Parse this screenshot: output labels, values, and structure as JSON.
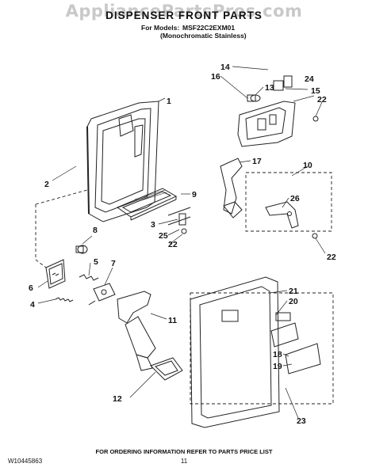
{
  "watermark": "AppliancePartsPros.com",
  "title": "DISPENSER FRONT PARTS",
  "models_label": "For Models:",
  "model_number": "MSF22C2EXM01",
  "model_variant": "(Monochromatic Stainless)",
  "callouts": [
    "1",
    "2",
    "3",
    "4",
    "5",
    "6",
    "7",
    "8",
    "9",
    "10",
    "11",
    "12",
    "13",
    "14",
    "15",
    "16",
    "17",
    "18",
    "19",
    "20",
    "21",
    "22",
    "22",
    "22",
    "23",
    "24",
    "25",
    "26"
  ],
  "footer": {
    "ordering_info": "FOR ORDERING INFORMATION REFER TO PARTS PRICE LIST",
    "doc_number": "W10445863",
    "page_number": "11"
  }
}
